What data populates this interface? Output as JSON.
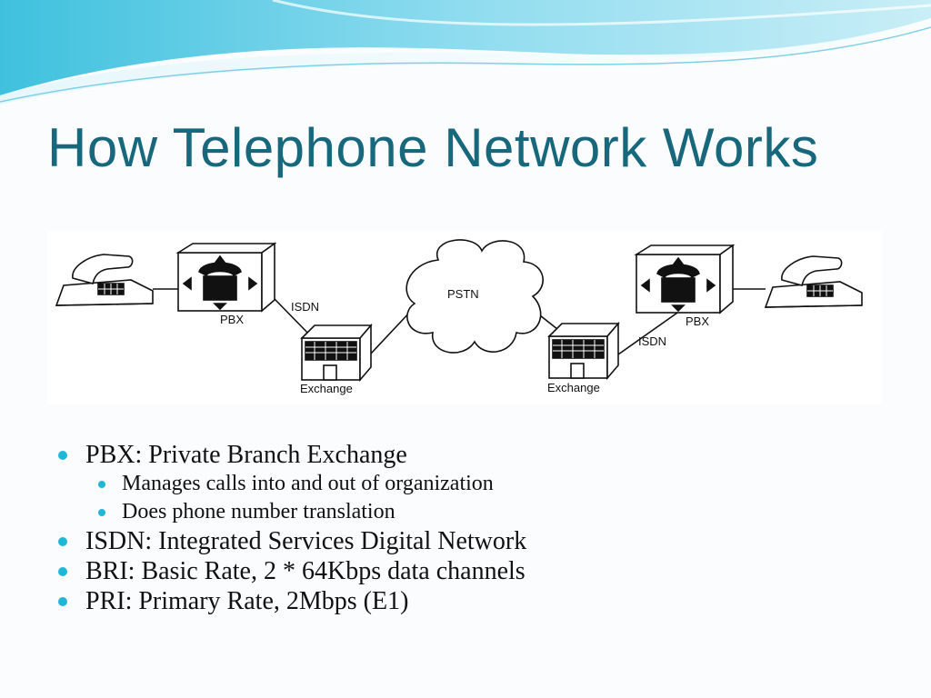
{
  "slide": {
    "title": "How Telephone Network Works",
    "accent_color": "#17687c",
    "bullet_color": "#1fb6d8"
  },
  "diagram": {
    "labels": {
      "pbx_left": "PBX",
      "isdn_left": "ISDN",
      "exchange_left": "Exchange",
      "pstn": "PSTN",
      "exchange_right": "Exchange",
      "isdn_right": "ISDN",
      "pbx_right": "PBX"
    },
    "icons": [
      "telephone-icon",
      "pbx-switch-icon",
      "exchange-building-icon",
      "cloud-icon"
    ]
  },
  "bullets": [
    {
      "text": "PBX: Private Branch Exchange",
      "sub": [
        "Manages calls into and out of organization",
        "Does phone number translation"
      ]
    },
    {
      "text": "ISDN: Integrated Services Digital Network",
      "sub": []
    },
    {
      "text": "BRI: Basic Rate, 2 * 64Kbps data channels",
      "sub": []
    },
    {
      "text": "PRI: Primary Rate, 2Mbps (E1)",
      "sub": []
    }
  ]
}
